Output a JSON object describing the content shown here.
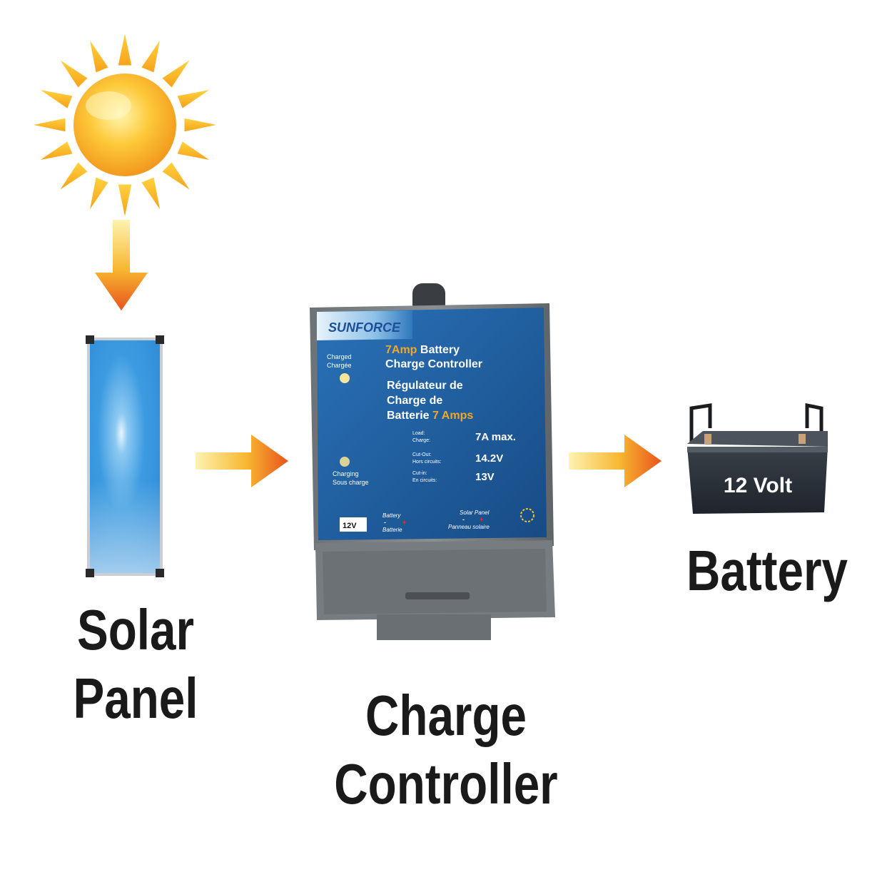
{
  "labels": {
    "solar_panel_line1": "Solar",
    "solar_panel_line2": "Panel",
    "controller_line1": "Charge",
    "controller_line2": "Controller",
    "battery": "Battery"
  },
  "controller_face": {
    "brand": "SUNFORCE",
    "title_accent": "7Amp",
    "title_rest": " Battery",
    "title_line2": "Charge Controller",
    "fr_line1": "Régulateur de",
    "fr_line2": "Charge de",
    "fr_line3": "Batterie ",
    "fr_accent": "7 Amps",
    "charged_en": "Charged",
    "charged_fr": "Chargée",
    "charging_en": "Charging",
    "charging_fr": "Sous charge",
    "spec_load_en": "Load:",
    "spec_load_fr": "Charge:",
    "spec_load_value": "7A max.",
    "spec_out_en": "Cut-Out:",
    "spec_out_fr": "Hors circuits:",
    "spec_out_value": "14.2V",
    "spec_in_en": "Cut-in:",
    "spec_in_fr": "En circuits:",
    "spec_in_value": "13V",
    "voltage_badge": "12V",
    "battery_term_en": "Battery",
    "battery_term_fr": "Batterie",
    "solar_term_en": "Solar Panel",
    "solar_term_fr": "Panneau solaire",
    "minus": "-",
    "plus": "+"
  },
  "battery_device": {
    "label": "12 Volt"
  },
  "colors": {
    "arrow_start": "#fbe27a",
    "arrow_end": "#e8541c",
    "sun_core": "#f7a21b",
    "panel_blue": "#2c8fd8",
    "controller_blue": "#1e5c9e",
    "accent_orange": "#f5a623",
    "battery_body": "#2b3038"
  }
}
